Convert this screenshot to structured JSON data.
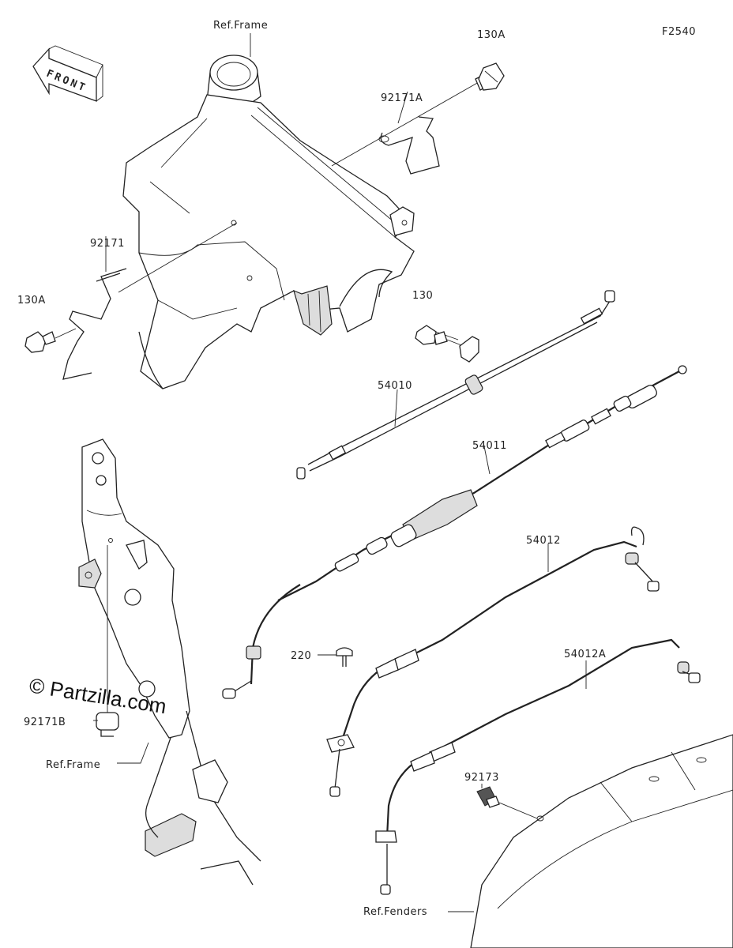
{
  "diagram_id": "F2540",
  "front_label": "FRONT",
  "watermark": "© Partzilla.com",
  "labels": {
    "ref_frame_top": "Ref.Frame",
    "ref_frame_bottom": "Ref.Frame",
    "ref_fenders": "Ref.Fenders",
    "p130a_top": "130A",
    "p130a_left": "130A",
    "p130": "130",
    "p92171a": "92171A",
    "p92171": "92171",
    "p92171b": "92171B",
    "p92173": "92173",
    "p220": "220",
    "p54010": "54010",
    "p54011": "54011",
    "p54012": "54012",
    "p54012a": "54012A"
  }
}
